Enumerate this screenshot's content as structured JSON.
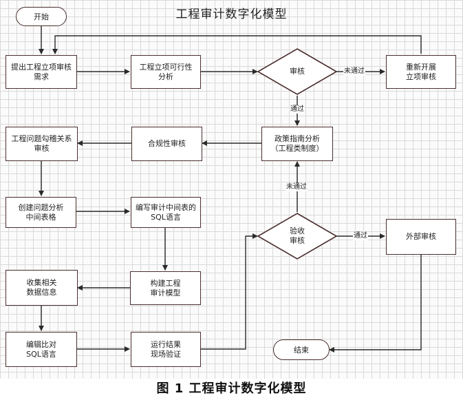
{
  "title": "工程审计数字化模型",
  "caption": "图 1 工程审计数字化模型",
  "nodes": {
    "start": "开始",
    "end": "结束",
    "raise_review": "提出工程立项审核\n需求",
    "feasibility": "工程立项可行性\n分析",
    "review_decision": "审核",
    "redo_review": "重新开展\n立项审核",
    "policy_analysis": "政策指南分析\n（工程类制度）",
    "compliance_review": "合规性审核",
    "problem_relation": "工程问题勾稽关系\n审核",
    "create_table": "创建问题分析\n中间表格",
    "write_sql": "编写审计中间表的\nSQL语言",
    "build_model": "构建工程\n审计模型",
    "collect_data": "收集相关\n数据信息",
    "compare_sql": "编辑比对\nSQL语言",
    "run_verify": "运行结果\n现场验证",
    "acceptance_decision": "验收\n审核",
    "external_review": "外部审核"
  },
  "edge_labels": {
    "review_fail": "未通过",
    "review_pass": "通过",
    "acceptance_fail": "未通过",
    "acceptance_pass": "通过"
  }
}
